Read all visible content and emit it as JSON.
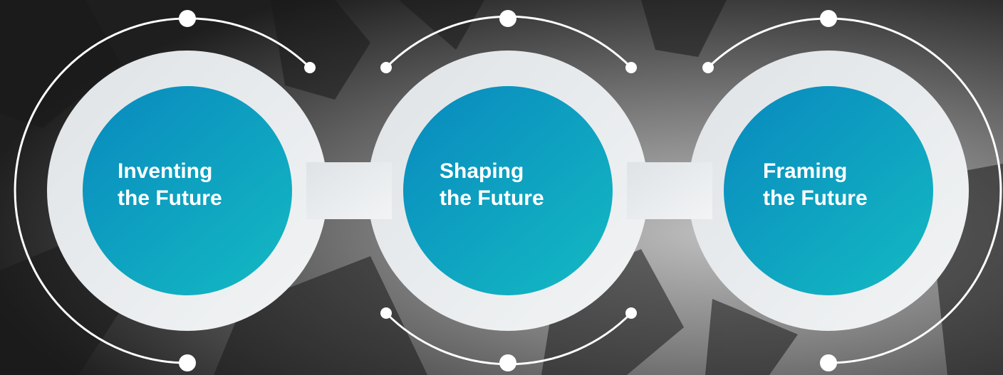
{
  "colors": {
    "circle_gradient_start": "#0a8fbf",
    "circle_gradient_end": "#12b4c2",
    "ring_fill": "#e4e8eb",
    "arc_stroke": "#ffffff",
    "label_text": "#ffffff"
  },
  "circles": [
    {
      "line1": "Inventing",
      "line2": "the Future"
    },
    {
      "line1": "Shaping",
      "line2": "the Future"
    },
    {
      "line1": "Framing",
      "line2": "the Future"
    }
  ]
}
